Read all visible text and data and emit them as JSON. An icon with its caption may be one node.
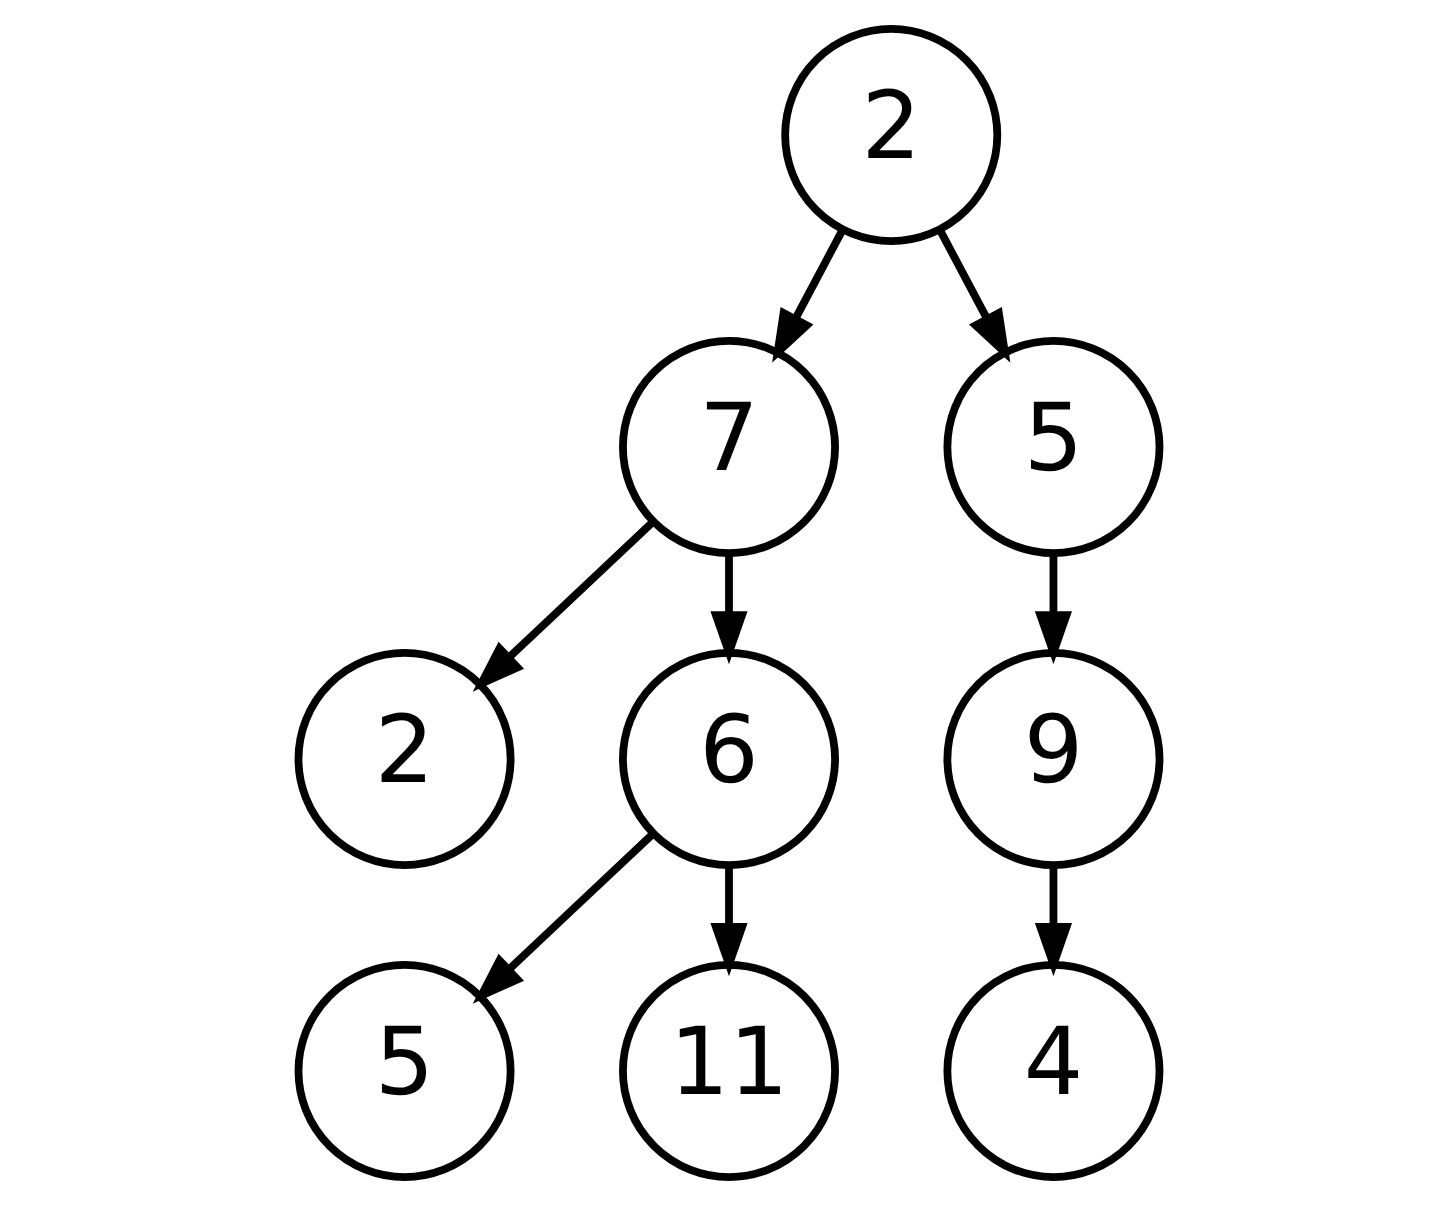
{
  "diagram": {
    "nodes": [
      {
        "text": [
          "2"
        ]
      },
      {
        "text": [
          "7"
        ]
      },
      {
        "text": [
          "5"
        ]
      },
      {
        "text": [
          "2"
        ]
      },
      {
        "text": [
          "6"
        ]
      },
      {
        "text": [
          "9"
        ]
      },
      {
        "text": [
          "5"
        ]
      },
      {
        "text": [
          "11"
        ]
      },
      {
        "text": [
          "4"
        ]
      }
    ],
    "edges": [
      {
        "from": 0,
        "to": 1,
        "arrow": "to"
      },
      {
        "from": 0,
        "to": 2,
        "arrow": "to"
      },
      {
        "from": 1,
        "to": 3,
        "arrow": "to"
      },
      {
        "from": 1,
        "to": 4,
        "arrow": "to"
      },
      {
        "from": 2,
        "to": 5,
        "arrow": "to"
      },
      {
        "from": 4,
        "to": 6,
        "arrow": "to"
      },
      {
        "from": 4,
        "to": 7,
        "arrow": "to"
      },
      {
        "from": 5,
        "to": 8,
        "arrow": "to"
      }
    ]
  }
}
